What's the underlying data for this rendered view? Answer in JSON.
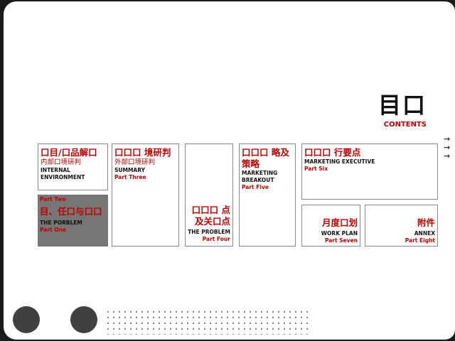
{
  "heading": {
    "title": "目口",
    "subtitle": "CONTENTS"
  },
  "cards": {
    "part1": {
      "title": "目、任口与口口",
      "english": "THE PORBLEM",
      "part": "Part One"
    },
    "part2": {
      "title": "口目/口品解口",
      "subtitle": "内部口境研判",
      "english": "INTERNAL ENVIRONMENT",
      "part": "Part Two"
    },
    "part3": {
      "title": "口口口 境研判",
      "subtitle": "外部口境研判",
      "english": "SUMMARY",
      "part": "Part Three"
    },
    "part4": {
      "title": "口口口 点及关口点",
      "english": "THE PROBLEM",
      "part": "Part Four"
    },
    "part5": {
      "title": "口口口 略及策略",
      "english": "MARKETING BREAKOUT",
      "part": "Part Five"
    },
    "part6": {
      "title": "口口口 行要点",
      "english": "MARKETING EXECUTIVE",
      "part": "Part Six"
    },
    "part7": {
      "title": "月度口划",
      "english": "WORK PLAN",
      "part": "Part Seven"
    },
    "part8": {
      "title": "附件",
      "english": "ANNEX",
      "part": "Part Eight"
    }
  },
  "icons": {
    "arrows": "arrow-right-icon",
    "circles": "circle-icon",
    "dots": "dot-grid-icon"
  },
  "colors": {
    "accent": "#c00000",
    "text": "#111111",
    "panel_gray": "#7a7a7a",
    "background": "#ffffff"
  }
}
